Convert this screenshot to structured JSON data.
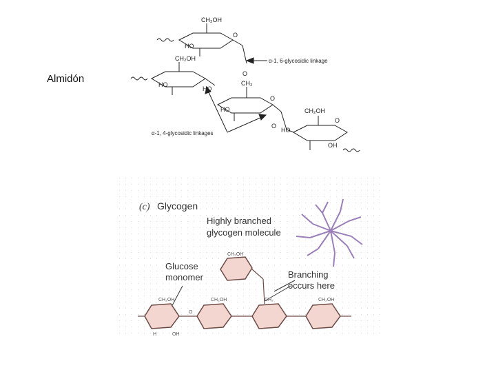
{
  "slide": {
    "title": "Almidón"
  },
  "starch": {
    "groups": [
      "CH₂OH",
      "CH₂OH",
      "CH₂",
      "CH₂OH",
      "HO",
      "HO",
      "HO",
      "HO",
      "HO",
      "O",
      "O",
      "O",
      "O",
      "O",
      "OH"
    ],
    "labels": {
      "alpha16": "α-1, 6-glycosidic linkage",
      "alpha14": "α-1, 4-glycosidic linkages"
    }
  },
  "glycogen": {
    "panel_label": "(c)",
    "panel_title": "Glycogen",
    "branched_label": "Highly branched glycogen molecule",
    "monomer_label": "Glucose monomer",
    "branching_label": "Branching occurs here",
    "atoms": [
      "CH₂OH",
      "CH₂OH",
      "CH₂OH",
      "CH₂",
      "CH₂OH",
      "H",
      "OH",
      "O"
    ]
  },
  "colors": {
    "ring_fill": "#f2d6cf",
    "ring_stroke": "#6b4a45",
    "branch_color": "#9a7fb8",
    "text": "#333333"
  }
}
